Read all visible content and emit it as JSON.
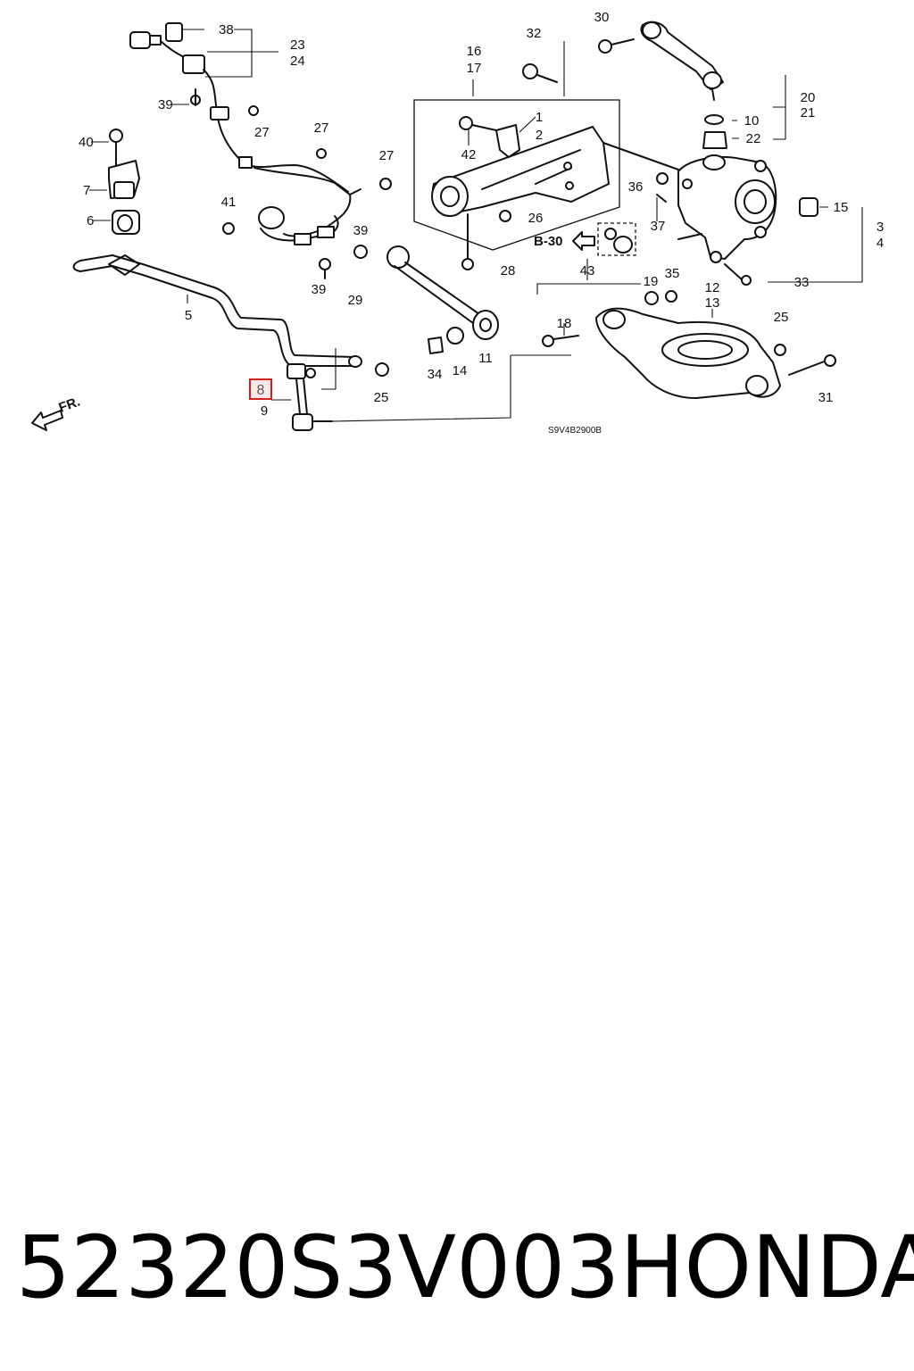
{
  "caption": {
    "part_number": "52320S3V003",
    "brand": "HONDA"
  },
  "diagram": {
    "drawing_code": "S9V4B2900B",
    "section_ref": "B-30",
    "front_marker": "FR.",
    "highlighted_callout": "8",
    "highlight_color": "#d62020",
    "callouts": [
      "38",
      "23",
      "24",
      "39",
      "27",
      "40",
      "7",
      "6",
      "5",
      "27",
      "27",
      "41",
      "39",
      "39",
      "29",
      "16",
      "17",
      "1",
      "2",
      "42",
      "26",
      "28",
      "32",
      "30",
      "20",
      "21",
      "10",
      "22",
      "36",
      "37",
      "15",
      "3",
      "4",
      "43",
      "19",
      "35",
      "12",
      "13",
      "25",
      "18",
      "33",
      "34",
      "14",
      "11",
      "25",
      "31",
      "9"
    ]
  }
}
